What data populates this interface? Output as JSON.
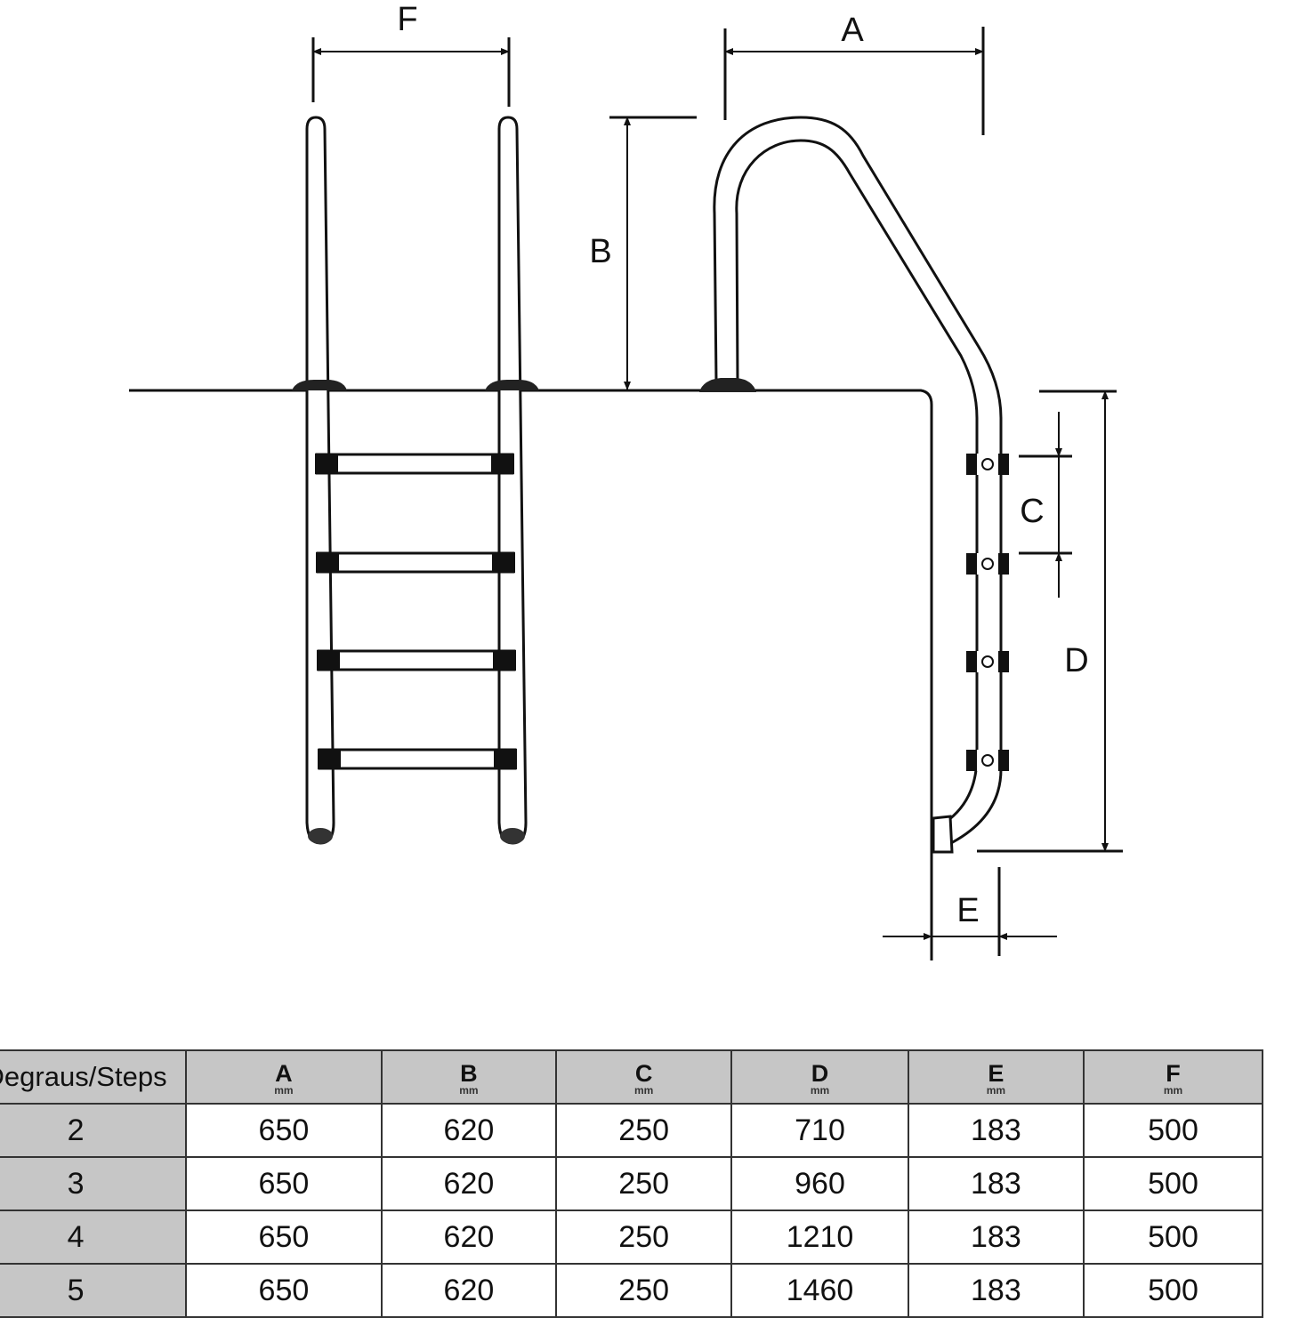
{
  "diagram": {
    "labels": {
      "A": "A",
      "B": "B",
      "C": "C",
      "D": "D",
      "E": "E",
      "F": "F"
    }
  },
  "table": {
    "steps_header": "Degraus/Steps",
    "columns": [
      {
        "letter": "A",
        "unit": "mm"
      },
      {
        "letter": "B",
        "unit": "mm"
      },
      {
        "letter": "C",
        "unit": "mm"
      },
      {
        "letter": "D",
        "unit": "mm"
      },
      {
        "letter": "E",
        "unit": "mm"
      },
      {
        "letter": "F",
        "unit": "mm"
      }
    ],
    "rows": [
      {
        "steps": "2",
        "values": [
          "650",
          "620",
          "250",
          "710",
          "183",
          "500"
        ]
      },
      {
        "steps": "3",
        "values": [
          "650",
          "620",
          "250",
          "960",
          "183",
          "500"
        ]
      },
      {
        "steps": "4",
        "values": [
          "650",
          "620",
          "250",
          "1210",
          "183",
          "500"
        ]
      },
      {
        "steps": "5",
        "values": [
          "650",
          "620",
          "250",
          "1460",
          "183",
          "500"
        ]
      }
    ]
  }
}
